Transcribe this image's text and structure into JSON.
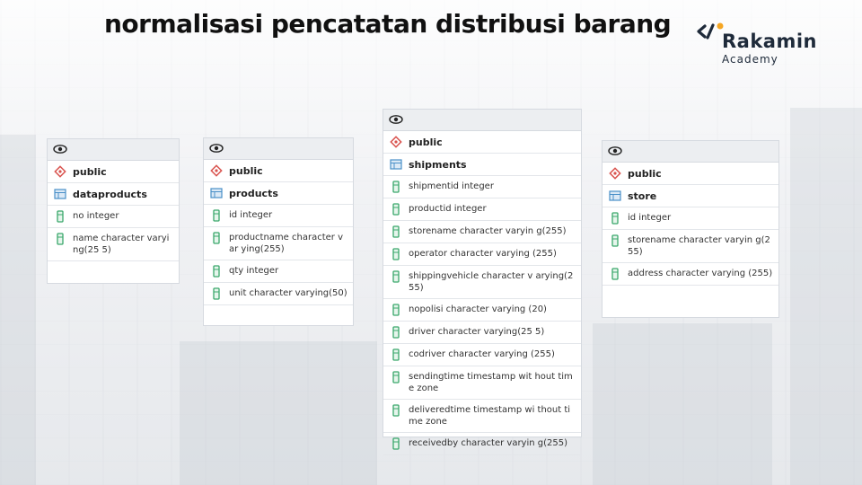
{
  "title": "normalisasi pencatatan distribusi barang",
  "logo": {
    "name": "Rakamin",
    "subtitle": "Academy"
  },
  "tables": [
    {
      "schema": "public",
      "name": "dataproducts",
      "columns": [
        "no integer",
        "name character varying(25 5)"
      ]
    },
    {
      "schema": "public",
      "name": "products",
      "columns": [
        "id integer",
        "productname character var ying(255)",
        "qty integer",
        "unit character varying(50)"
      ]
    },
    {
      "schema": "public",
      "name": "shipments",
      "columns": [
        "shipmentid integer",
        "productid integer",
        "storename character varyin g(255)",
        "operator character varying (255)",
        "shippingvehicle character v arying(255)",
        "nopolisi character varying (20)",
        "driver character varying(25 5)",
        "codriver character varying (255)",
        "sendingtime timestamp wit hout time zone",
        "deliveredtime timestamp wi thout time zone",
        "receivedby character varyin g(255)"
      ]
    },
    {
      "schema": "public",
      "name": "store",
      "columns": [
        "id integer",
        "storename character varyin g(255)",
        "address character varying (255)"
      ]
    }
  ],
  "colors": {
    "schema_icon": "#d9534f",
    "table_icon": "#4a90c8",
    "column_icon": "#3aa86b"
  }
}
